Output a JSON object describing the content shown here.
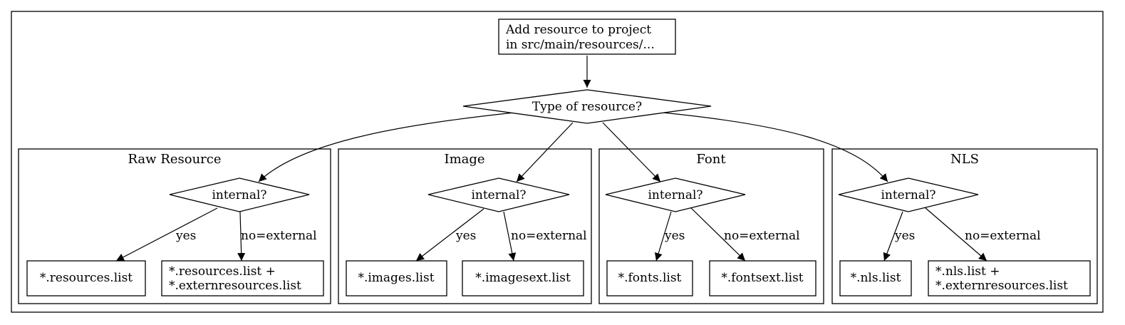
{
  "root": {
    "start_lines": [
      "Add resource to project",
      "in src/main/resources/..."
    ],
    "type_question": "Type of resource?"
  },
  "clusters": [
    {
      "label": "Raw Resource",
      "question": "internal?",
      "yes_label": "yes",
      "no_label": "no=external",
      "yes_result": [
        "*.resources.list"
      ],
      "no_result": [
        "*.resources.list +",
        "*.externresources.list"
      ]
    },
    {
      "label": "Image",
      "question": "internal?",
      "yes_label": "yes",
      "no_label": "no=external",
      "yes_result": [
        "*.images.list"
      ],
      "no_result": [
        "*.imagesext.list"
      ]
    },
    {
      "label": "Font",
      "question": "internal?",
      "yes_label": "yes",
      "no_label": "no=external",
      "yes_result": [
        "*.fonts.list"
      ],
      "no_result": [
        "*.fontsext.list"
      ]
    },
    {
      "label": "NLS",
      "question": "internal?",
      "yes_label": "yes",
      "no_label": "no=external",
      "yes_result": [
        "*.nls.list"
      ],
      "no_result": [
        "*.nls.list +",
        "*.externresources.list"
      ]
    }
  ]
}
